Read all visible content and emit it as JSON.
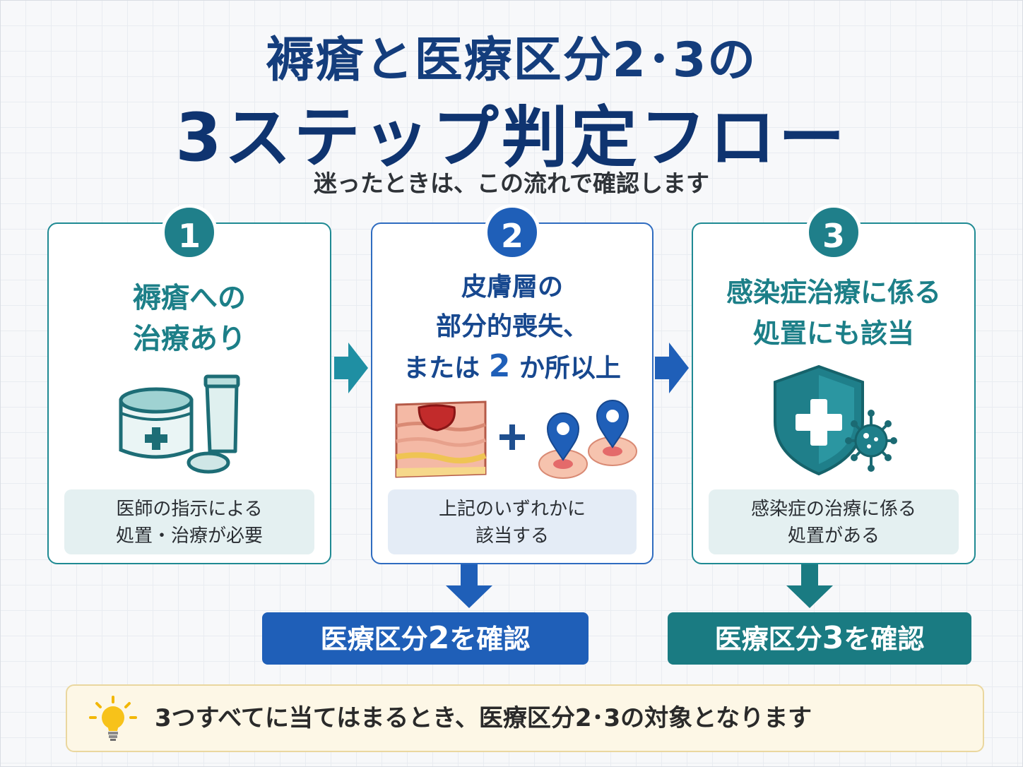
{
  "title": {
    "line1": "褥瘡と医療区分2･3の",
    "line2": "3ステップ判定フロー",
    "subtitle": "迷ったときは、この流れで確認します"
  },
  "steps": [
    {
      "number": "1",
      "title_lines": [
        "褥瘡への",
        "治療あり"
      ],
      "icon": "cream-jar-and-tube-icon",
      "desc_lines": [
        "医師の指示による",
        "処置・治療が必要"
      ]
    },
    {
      "number": "2",
      "title_lines": [
        "皮膚層の",
        "部分的喪失、"
      ],
      "title_line3_prefix": "または",
      "title_line3_number": "2",
      "title_line3_suffix": "か所以上",
      "icon": "skin-layer-wound-plus-location-pins-icon",
      "plus": "+",
      "desc_lines": [
        "上記のいずれかに",
        "該当する"
      ]
    },
    {
      "number": "3",
      "title_lines": [
        "感染症治療に係る",
        "処置にも該当"
      ],
      "icon": "shield-cross-virus-icon",
      "desc_lines": [
        "感染症の治療に係る",
        "処置がある"
      ]
    }
  ],
  "results": [
    {
      "prefix": "医療区分",
      "number": "2",
      "suffix": "を確認"
    },
    {
      "prefix": "医療区分",
      "number": "3",
      "suffix": "を確認"
    }
  ],
  "tip": {
    "icon": "lightbulb-icon",
    "text": "3つすべてに当てはまるとき、医療区分2･3の対象となります"
  },
  "colors": {
    "navy": "#143d7c",
    "teal": "#1f7f8a",
    "blue": "#1f5fb8",
    "tip_bg": "#fdf7e6"
  }
}
